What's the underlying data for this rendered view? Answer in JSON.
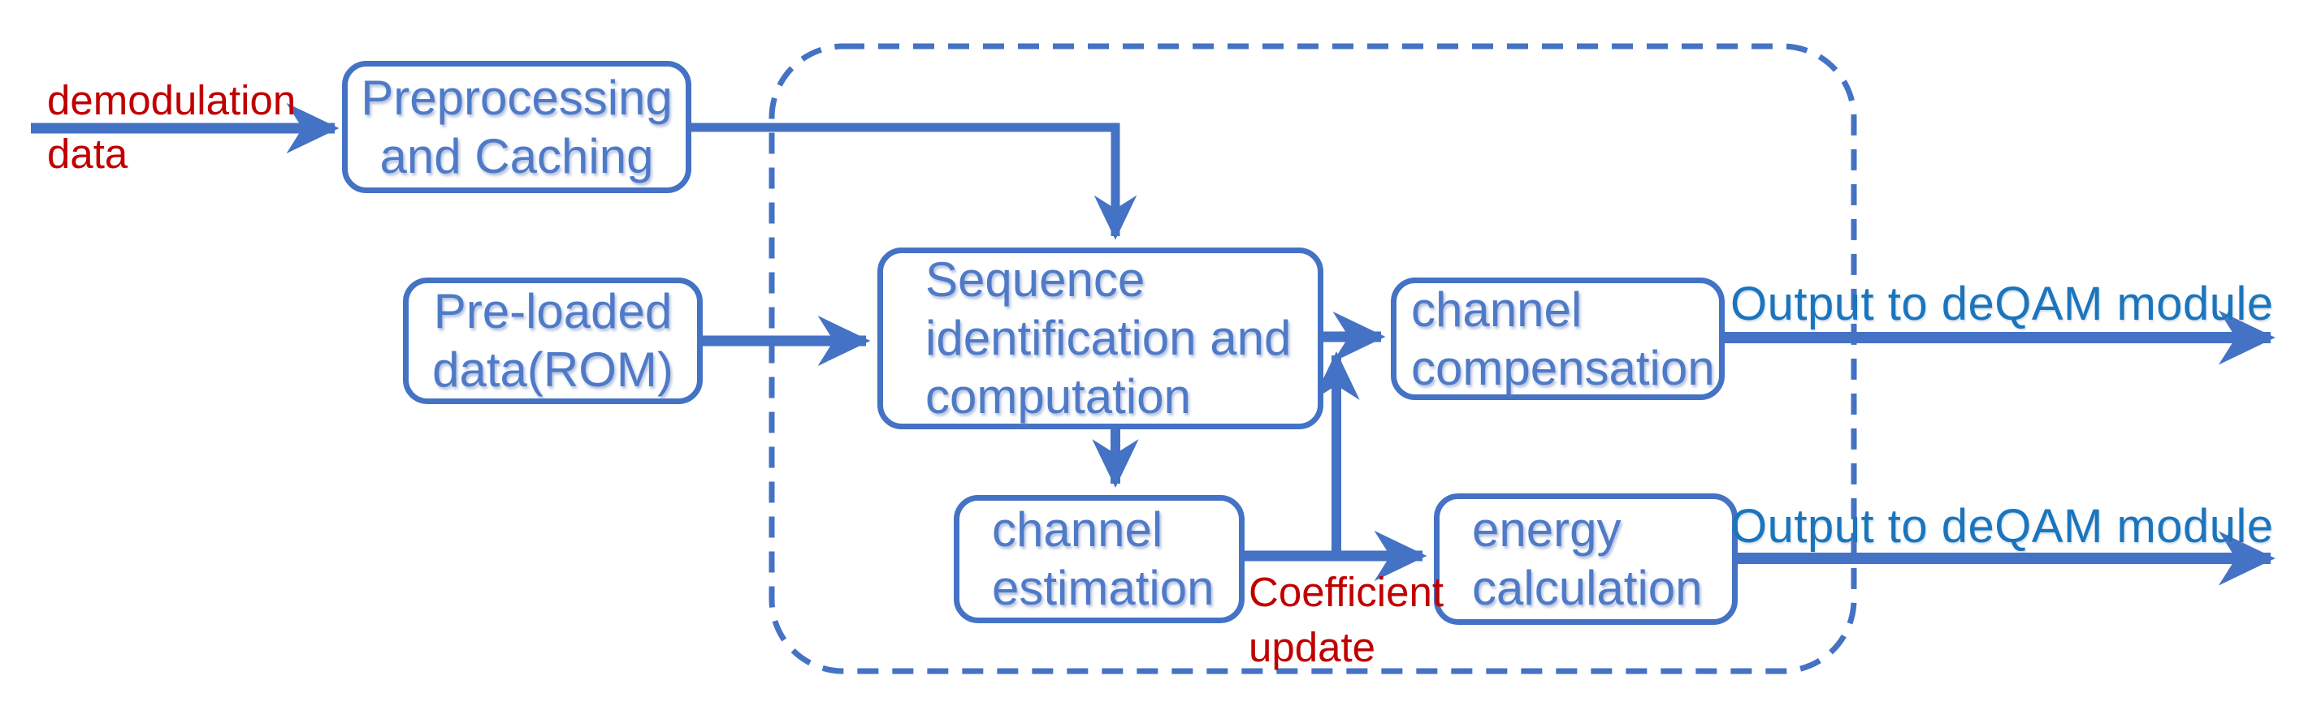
{
  "title": "Demodulation post-processing block diagram",
  "colors": {
    "connector_blue": "#4472C4",
    "box_text_blue": "#4f7ac7",
    "output_text_blue": "#1b75bc",
    "label_red": "#c00000"
  },
  "boxes": {
    "preprocessing": {
      "lines": [
        "Preprocessing",
        "and Caching"
      ]
    },
    "preloaded": {
      "lines": [
        "Pre-loaded",
        "data(ROM)"
      ]
    },
    "sequence": {
      "lines": [
        "Sequence",
        "identification and",
        "computation"
      ]
    },
    "channel_compensation": {
      "lines": [
        "channel",
        "compensation"
      ]
    },
    "channel_estimation": {
      "lines": [
        "channel",
        "estimation"
      ]
    },
    "energy_calculation": {
      "lines": [
        "energy",
        "calculation"
      ]
    }
  },
  "labels": {
    "demodulation_data": {
      "lines": [
        "demodulation",
        "data"
      ]
    },
    "coefficient_update": {
      "lines": [
        "Coefficient",
        "update"
      ]
    },
    "output_top": "Output to deQAM module",
    "output_bottom": "Output to deQAM module"
  }
}
